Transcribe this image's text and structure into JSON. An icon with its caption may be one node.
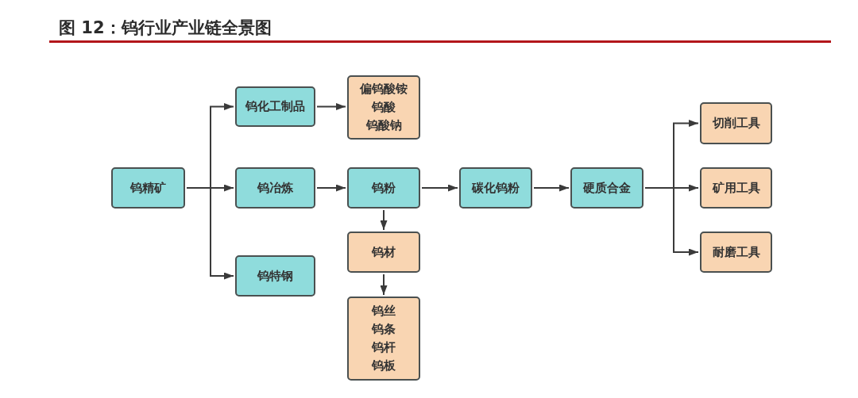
{
  "diagram": {
    "title": "图 12：钨行业产业链全景图",
    "nodes": [
      {
        "text": [
          "钨精矿"
        ]
      },
      {
        "text": [
          "钨化工制品"
        ]
      },
      {
        "text": [
          "偏钨酸铵",
          "钨酸",
          "钨酸钠"
        ]
      },
      {
        "text": [
          "钨冶炼"
        ]
      },
      {
        "text": [
          "钨粉"
        ]
      },
      {
        "text": [
          "碳化钨粉"
        ]
      },
      {
        "text": [
          "硬质合金"
        ]
      },
      {
        "text": [
          "切削工具"
        ]
      },
      {
        "text": [
          "矿用工具"
        ]
      },
      {
        "text": [
          "耐磨工具"
        ]
      },
      {
        "text": [
          "钨材"
        ]
      },
      {
        "text": [
          "钨丝",
          "钨条",
          "钨杆",
          "钨板"
        ]
      },
      {
        "text": [
          "钨特钢"
        ]
      }
    ],
    "edges": [
      {
        "from": 0,
        "to": 1,
        "arrow": "to"
      },
      {
        "from": 0,
        "to": 3,
        "arrow": "to"
      },
      {
        "from": 0,
        "to": 12,
        "arrow": "to"
      },
      {
        "from": 1,
        "to": 2,
        "arrow": "to"
      },
      {
        "from": 3,
        "to": 4,
        "arrow": "to"
      },
      {
        "from": 4,
        "to": 5,
        "arrow": "to"
      },
      {
        "from": 5,
        "to": 6,
        "arrow": "to"
      },
      {
        "from": 6,
        "to": 7,
        "arrow": "to"
      },
      {
        "from": 6,
        "to": 8,
        "arrow": "to"
      },
      {
        "from": 6,
        "to": 9,
        "arrow": "to"
      },
      {
        "from": 4,
        "to": 10,
        "arrow": "to"
      },
      {
        "from": 10,
        "to": 11,
        "arrow": "to"
      }
    ]
  }
}
